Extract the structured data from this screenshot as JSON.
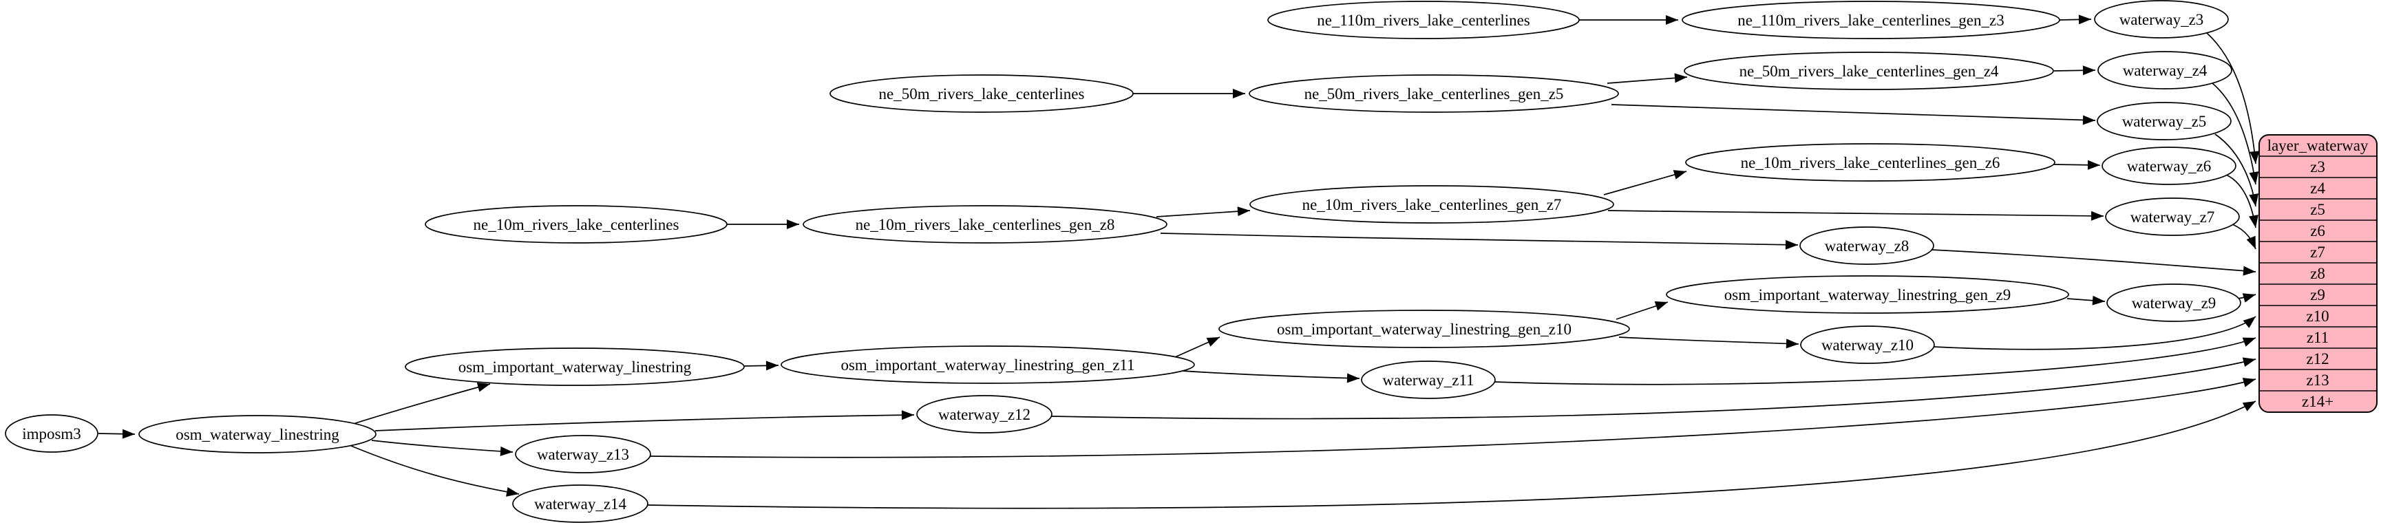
{
  "diagram": {
    "kind": "etl-dependency-graph",
    "layer": "waterway"
  },
  "nodes": {
    "imposm3": {
      "label": "imposm3"
    },
    "osm_waterway_linestring": {
      "label": "osm_waterway_linestring"
    },
    "osm_important_waterway_linestring": {
      "label": "osm_important_waterway_linestring"
    },
    "osm_important_waterway_linestring_gen_z11": {
      "label": "osm_important_waterway_linestring_gen_z11"
    },
    "osm_important_waterway_linestring_gen_z10": {
      "label": "osm_important_waterway_linestring_gen_z10"
    },
    "osm_important_waterway_linestring_gen_z9": {
      "label": "osm_important_waterway_linestring_gen_z9"
    },
    "ne_110m_rivers_lake_centerlines": {
      "label": "ne_110m_rivers_lake_centerlines"
    },
    "ne_110m_rivers_lake_centerlines_gen_z3": {
      "label": "ne_110m_rivers_lake_centerlines_gen_z3"
    },
    "ne_50m_rivers_lake_centerlines": {
      "label": "ne_50m_rivers_lake_centerlines"
    },
    "ne_50m_rivers_lake_centerlines_gen_z5": {
      "label": "ne_50m_rivers_lake_centerlines_gen_z5"
    },
    "ne_50m_rivers_lake_centerlines_gen_z4": {
      "label": "ne_50m_rivers_lake_centerlines_gen_z4"
    },
    "ne_10m_rivers_lake_centerlines": {
      "label": "ne_10m_rivers_lake_centerlines"
    },
    "ne_10m_rivers_lake_centerlines_gen_z8": {
      "label": "ne_10m_rivers_lake_centerlines_gen_z8"
    },
    "ne_10m_rivers_lake_centerlines_gen_z7": {
      "label": "ne_10m_rivers_lake_centerlines_gen_z7"
    },
    "ne_10m_rivers_lake_centerlines_gen_z6": {
      "label": "ne_10m_rivers_lake_centerlines_gen_z6"
    },
    "waterway_z3": {
      "label": "waterway_z3"
    },
    "waterway_z4": {
      "label": "waterway_z4"
    },
    "waterway_z5": {
      "label": "waterway_z5"
    },
    "waterway_z6": {
      "label": "waterway_z6"
    },
    "waterway_z7": {
      "label": "waterway_z7"
    },
    "waterway_z8": {
      "label": "waterway_z8"
    },
    "waterway_z9": {
      "label": "waterway_z9"
    },
    "waterway_z10": {
      "label": "waterway_z10"
    },
    "waterway_z11": {
      "label": "waterway_z11"
    },
    "waterway_z12": {
      "label": "waterway_z12"
    },
    "waterway_z13": {
      "label": "waterway_z13"
    },
    "waterway_z14": {
      "label": "waterway_z14"
    }
  },
  "layer_table": {
    "title": "layer_waterway",
    "rows": [
      "z3",
      "z4",
      "z5",
      "z6",
      "z7",
      "z8",
      "z9",
      "z10",
      "z11",
      "z12",
      "z13",
      "z14+"
    ]
  },
  "edges": [
    {
      "from": "imposm3",
      "to": "osm_waterway_linestring"
    },
    {
      "from": "osm_waterway_linestring",
      "to": "osm_important_waterway_linestring"
    },
    {
      "from": "osm_waterway_linestring",
      "to": "waterway_z12"
    },
    {
      "from": "osm_waterway_linestring",
      "to": "waterway_z13"
    },
    {
      "from": "osm_waterway_linestring",
      "to": "waterway_z14"
    },
    {
      "from": "osm_important_waterway_linestring",
      "to": "osm_important_waterway_linestring_gen_z11"
    },
    {
      "from": "osm_important_waterway_linestring_gen_z11",
      "to": "osm_important_waterway_linestring_gen_z10"
    },
    {
      "from": "osm_important_waterway_linestring_gen_z11",
      "to": "waterway_z11"
    },
    {
      "from": "osm_important_waterway_linestring_gen_z10",
      "to": "osm_important_waterway_linestring_gen_z9"
    },
    {
      "from": "osm_important_waterway_linestring_gen_z10",
      "to": "waterway_z10"
    },
    {
      "from": "osm_important_waterway_linestring_gen_z9",
      "to": "waterway_z9"
    },
    {
      "from": "ne_110m_rivers_lake_centerlines",
      "to": "ne_110m_rivers_lake_centerlines_gen_z3"
    },
    {
      "from": "ne_110m_rivers_lake_centerlines_gen_z3",
      "to": "waterway_z3"
    },
    {
      "from": "ne_50m_rivers_lake_centerlines",
      "to": "ne_50m_rivers_lake_centerlines_gen_z5"
    },
    {
      "from": "ne_50m_rivers_lake_centerlines_gen_z5",
      "to": "ne_50m_rivers_lake_centerlines_gen_z4"
    },
    {
      "from": "ne_50m_rivers_lake_centerlines_gen_z5",
      "to": "waterway_z5"
    },
    {
      "from": "ne_50m_rivers_lake_centerlines_gen_z4",
      "to": "waterway_z4"
    },
    {
      "from": "ne_10m_rivers_lake_centerlines",
      "to": "ne_10m_rivers_lake_centerlines_gen_z8"
    },
    {
      "from": "ne_10m_rivers_lake_centerlines_gen_z8",
      "to": "ne_10m_rivers_lake_centerlines_gen_z7"
    },
    {
      "from": "ne_10m_rivers_lake_centerlines_gen_z8",
      "to": "waterway_z8"
    },
    {
      "from": "ne_10m_rivers_lake_centerlines_gen_z7",
      "to": "ne_10m_rivers_lake_centerlines_gen_z6"
    },
    {
      "from": "ne_10m_rivers_lake_centerlines_gen_z7",
      "to": "waterway_z7"
    },
    {
      "from": "ne_10m_rivers_lake_centerlines_gen_z6",
      "to": "waterway_z6"
    },
    {
      "from": "waterway_z3",
      "to": "layer_waterway.z3"
    },
    {
      "from": "waterway_z4",
      "to": "layer_waterway.z4"
    },
    {
      "from": "waterway_z5",
      "to": "layer_waterway.z5"
    },
    {
      "from": "waterway_z6",
      "to": "layer_waterway.z6"
    },
    {
      "from": "waterway_z7",
      "to": "layer_waterway.z7"
    },
    {
      "from": "waterway_z8",
      "to": "layer_waterway.z8"
    },
    {
      "from": "waterway_z9",
      "to": "layer_waterway.z9"
    },
    {
      "from": "waterway_z10",
      "to": "layer_waterway.z10"
    },
    {
      "from": "waterway_z11",
      "to": "layer_waterway.z11"
    },
    {
      "from": "waterway_z12",
      "to": "layer_waterway.z12"
    },
    {
      "from": "waterway_z13",
      "to": "layer_waterway.z13"
    },
    {
      "from": "waterway_z14",
      "to": "layer_waterway.z14+"
    }
  ],
  "colors": {
    "table_fill": "#ffb6c1",
    "node_fill": "#ffffff",
    "stroke": "#000000",
    "background": "#ffffff"
  }
}
